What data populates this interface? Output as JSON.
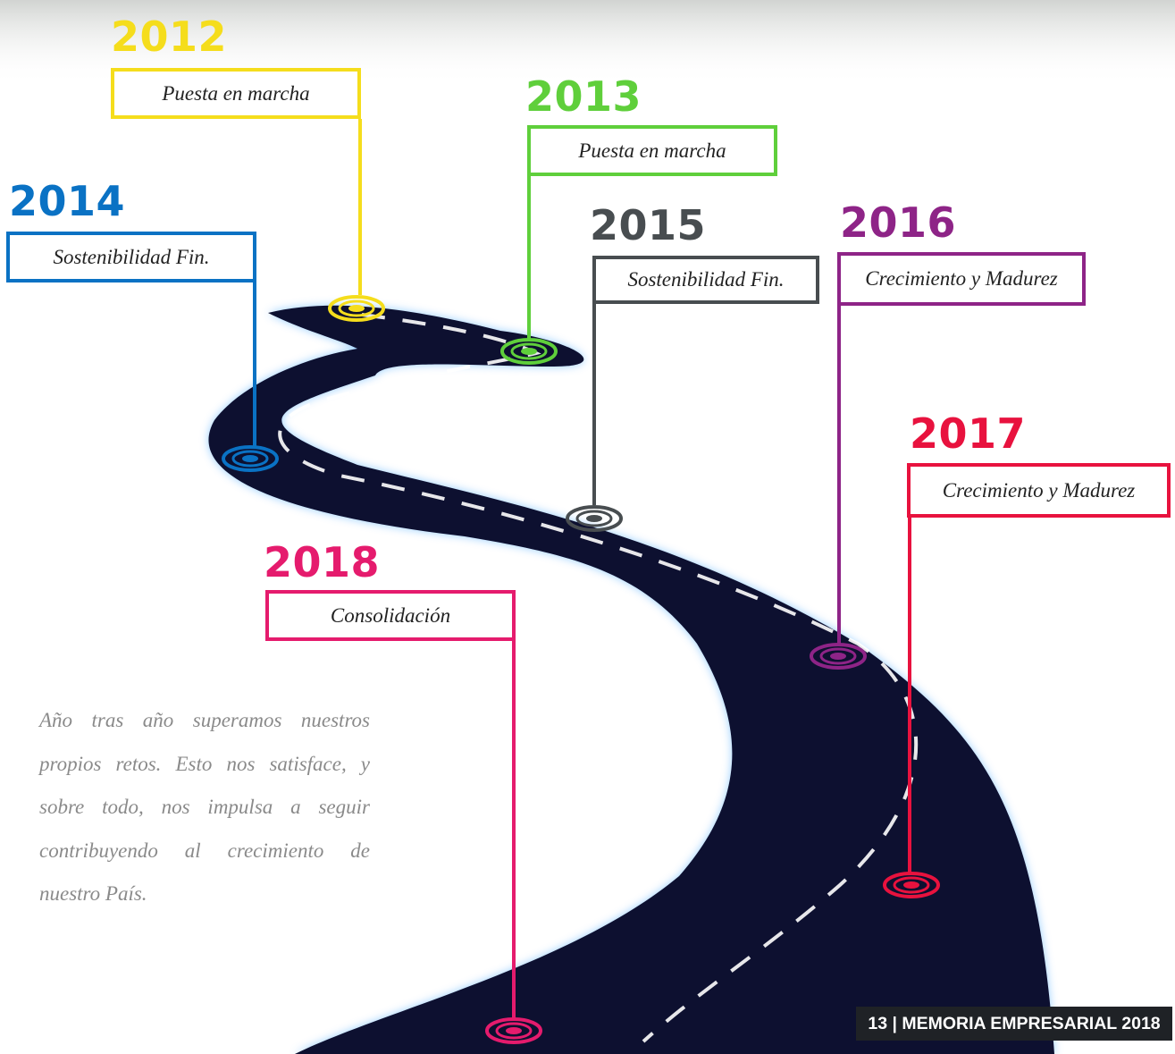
{
  "milestones": [
    {
      "year": "2012",
      "label": "Puesta en marcha",
      "color": "#f5dd1c"
    },
    {
      "year": "2013",
      "label": "Puesta en marcha",
      "color": "#5fcf3b"
    },
    {
      "year": "2014",
      "label": "Sostenibilidad Fin.",
      "color": "#0a72c4"
    },
    {
      "year": "2015",
      "label": "Sostenibilidad Fin.",
      "color": "#484d50"
    },
    {
      "year": "2016",
      "label": "Crecimiento y Madurez",
      "color": "#8e2487"
    },
    {
      "year": "2017",
      "label": "Crecimiento y Madurez",
      "color": "#e8123e"
    },
    {
      "year": "2018",
      "label": "Consolidación",
      "color": "#e51b6d"
    }
  ],
  "quote": "Año tras año superamos nuestros propios retos. Esto nos satisface, y sobre todo, nos impulsa a seguir contribuyendo al crecimiento de nuestro País.",
  "footer": {
    "label": "13 | MEMORIA EMPRESARIAL 2018"
  },
  "colors": {
    "road": "#0d1030",
    "road_glow": "#8ec9ff",
    "lane_marks": "#ffffff",
    "quote_text": "#8a8a8a",
    "footer_bg": "#1f2226"
  }
}
